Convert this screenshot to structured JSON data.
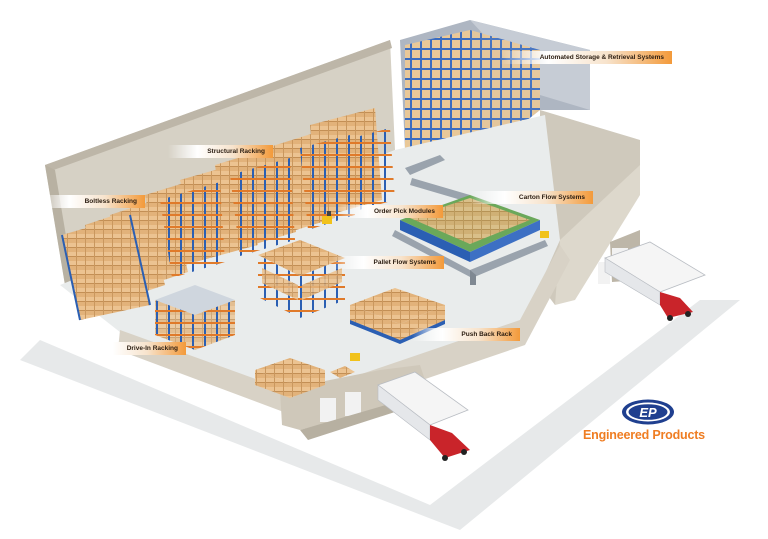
{
  "labels": {
    "asrs": "Automated Storage & Retrieval Systems",
    "structural": "Structural Racking",
    "boltless": "Boltless Racking",
    "order_pick": "Order Pick Modules",
    "carton_flow": "Carton Flow Systems",
    "pallet_flow": "Pallet Flow Systems",
    "drive_in": "Drive-In Racking",
    "push_back": "Push Back Rack"
  },
  "brand": {
    "badge_text": "EP",
    "name": "Engineered Products",
    "badge_color": "#1f3f8f",
    "name_color": "#ef7d22"
  },
  "colors": {
    "rack_blue": "#2b5fb3",
    "box_tan": "#e2b27a",
    "floor": "#e9ecec",
    "wall": "#d4cfc3",
    "truck_red": "#c9242a",
    "callout_orange": "#f39a3a"
  }
}
